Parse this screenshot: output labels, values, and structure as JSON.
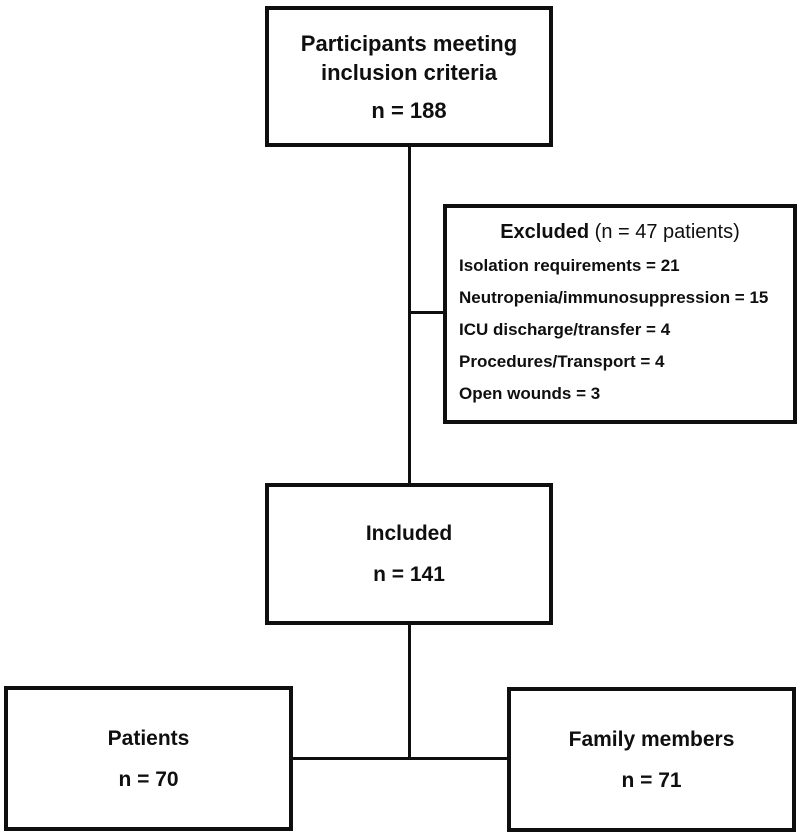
{
  "figure": {
    "type": "flowchart",
    "boxes": {
      "participants": {
        "title": "Participants meeting inclusion criteria",
        "count": "n = 188"
      },
      "excluded": {
        "title_bold": "Excluded",
        "title_rest": " (n = 47 patients)",
        "items": [
          "Isolation requirements = 21",
          "Neutropenia/immunosuppression = 15",
          "ICU discharge/transfer = 4",
          "Procedures/Transport = 4",
          "Open wounds = 3"
        ]
      },
      "included": {
        "title": "Included",
        "count": "n = 141"
      },
      "patients": {
        "title": "Patients",
        "count": "n = 70"
      },
      "family": {
        "title": "Family members",
        "count": "n = 71"
      }
    },
    "colors": {
      "line": "#0f0f0f",
      "text": "#0f0f0f",
      "background": "#ffffff"
    }
  }
}
